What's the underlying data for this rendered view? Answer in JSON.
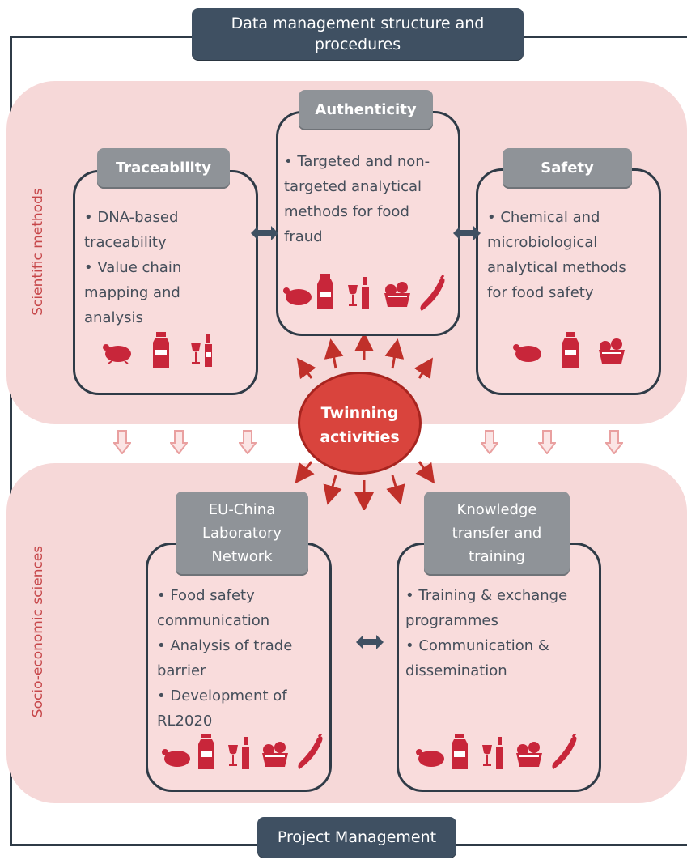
{
  "header": {
    "title_line1": "Data management structure and",
    "title_line2": "procedures"
  },
  "footer": {
    "title": "Project Management"
  },
  "bands": {
    "top_label": "Scientific methods",
    "bottom_label": "Socio-economic sciences"
  },
  "center": {
    "line1": "Twinning",
    "line2": "activities"
  },
  "boxes": {
    "traceability": {
      "title": "Traceability",
      "lines": [
        "• DNA-based",
        "traceability",
        "• Value chain",
        "mapping and",
        "analysis"
      ]
    },
    "authenticity": {
      "title": "Authenticity",
      "lines": [
        "• Targeted and non-",
        "targeted analytical",
        "methods for food",
        "fraud"
      ]
    },
    "safety": {
      "title": "Safety",
      "lines": [
        "• Chemical and",
        "microbiological",
        "analytical methods",
        "for food safety"
      ]
    },
    "eu_china": {
      "title_lines": [
        "EU-China",
        "Laboratory",
        "Network"
      ],
      "lines": [
        "• Food safety",
        "communication",
        "• Analysis of trade",
        "barrier",
        "• Development of",
        "RL2020"
      ]
    },
    "knowledge": {
      "title_lines": [
        "Knowledge",
        "transfer and",
        "training"
      ],
      "lines": [
        "• Training & exchange",
        "programmes",
        "• Communication &",
        "dissemination"
      ]
    }
  },
  "icons": {
    "traceability": [
      "chicken-icon",
      "milk-icon",
      "wine-icon"
    ],
    "authenticity": [
      "chicken-icon",
      "milk-icon",
      "wine-icon",
      "vegetables-icon",
      "chili-icon"
    ],
    "safety": [
      "chicken-icon",
      "milk-icon",
      "vegetables-icon"
    ],
    "eu_china": [
      "chicken-icon",
      "milk-icon",
      "wine-icon",
      "vegetables-icon",
      "chili-icon"
    ],
    "knowledge": [
      "chicken-icon",
      "milk-icon",
      "wine-icon",
      "vegetables-icon",
      "chili-icon"
    ]
  },
  "colors": {
    "accent": "#c8263a",
    "dark": "#3f5062",
    "band": "#f6d8d8",
    "title_grey": "#8f9398",
    "center": "#d9443d"
  }
}
